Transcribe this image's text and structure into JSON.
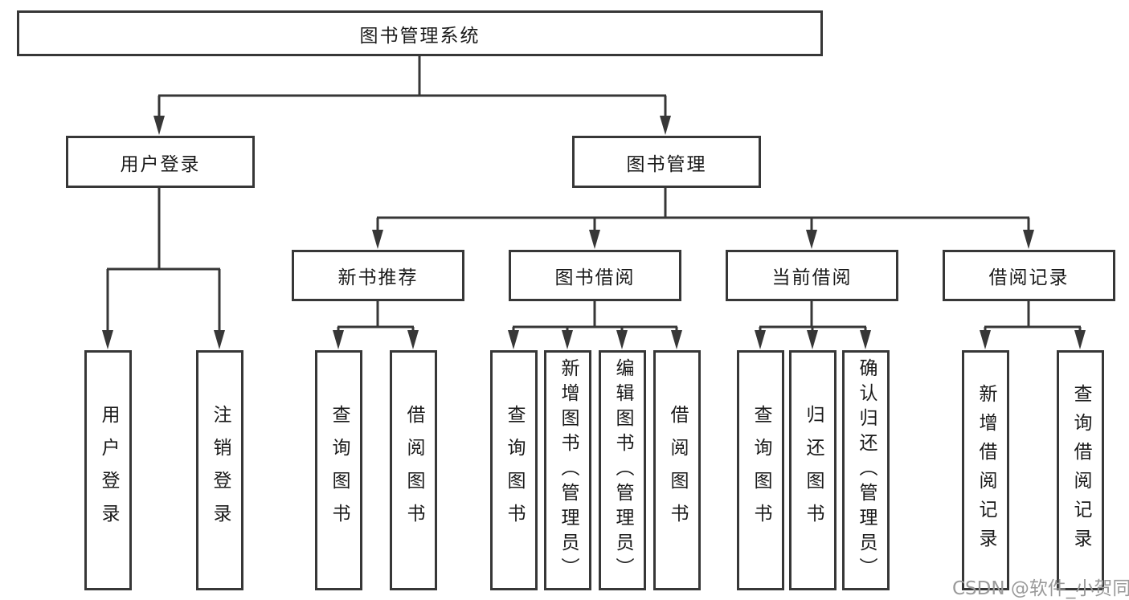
{
  "tree": {
    "root": {
      "label": "图书管理系统"
    },
    "branches": [
      {
        "label": "用户登录",
        "leaves": [
          {
            "label": "用户登录"
          },
          {
            "label": "注销登录"
          }
        ]
      },
      {
        "label": "图书管理",
        "groups": [
          {
            "label": "新书推荐",
            "leaves": [
              {
                "label": "查询图书"
              },
              {
                "label": "借阅图书"
              }
            ]
          },
          {
            "label": "图书借阅",
            "leaves": [
              {
                "label": "查询图书"
              },
              {
                "label": "新增图书（管理员）"
              },
              {
                "label": "编辑图书（管理员）"
              },
              {
                "label": "借阅图书"
              }
            ]
          },
          {
            "label": "当前借阅",
            "leaves": [
              {
                "label": "查询图书"
              },
              {
                "label": "归还图书"
              },
              {
                "label": "确认归还（管理员）"
              }
            ]
          },
          {
            "label": "借阅记录",
            "leaves": [
              {
                "label": "新增借阅记录"
              },
              {
                "label": "查询借阅记录"
              }
            ]
          }
        ]
      }
    ]
  },
  "watermark": {
    "text": "CSDN @软件_小贺同学"
  },
  "colors": {
    "line": "#373737",
    "text": "#1a1a1a",
    "watermark": "#9a9a9a",
    "background": "#ffffff"
  }
}
